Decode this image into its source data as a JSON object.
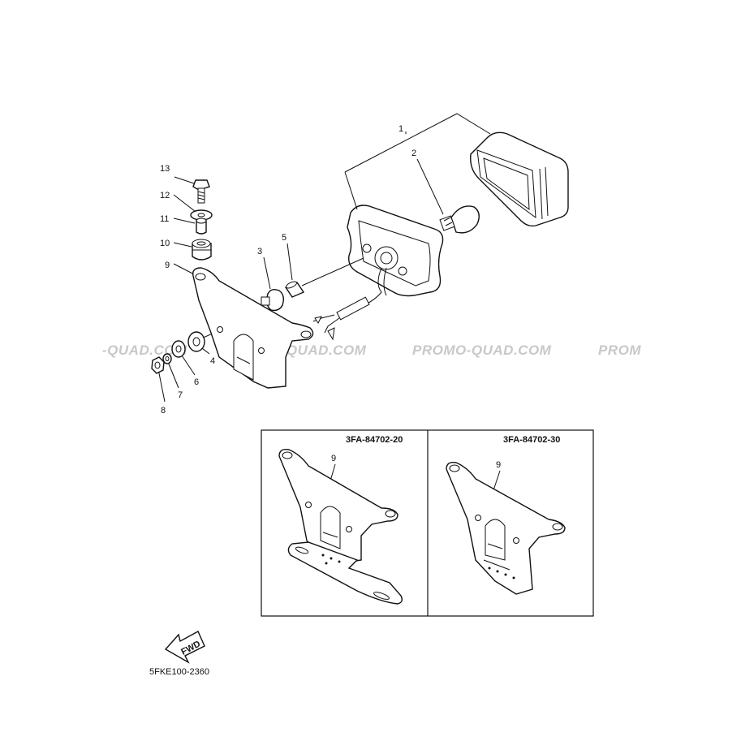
{
  "callouts": {
    "c1": "1",
    "c2": "2",
    "c3": "3",
    "c4": "4",
    "c5": "5",
    "c6": "6",
    "c7": "7",
    "c8": "8",
    "c9": "9",
    "c10": "10",
    "c11": "11",
    "c12": "12",
    "c13": "13"
  },
  "variants": [
    {
      "part_number": "3FA-84702-20",
      "callout": "9"
    },
    {
      "part_number": "3FA-84702-30",
      "callout": "9"
    }
  ],
  "watermark": {
    "w1": "-QUAD.COM",
    "w2": "PROMO-QUAD.COM",
    "w3": "PROMO-QUAD.COM",
    "w4": "PROM"
  },
  "fwd_label": "FWD",
  "diagram_code": "5FKE100-2360",
  "colors": {
    "line": "#111111",
    "watermark": "#c8c8c8",
    "background": "#ffffff"
  }
}
